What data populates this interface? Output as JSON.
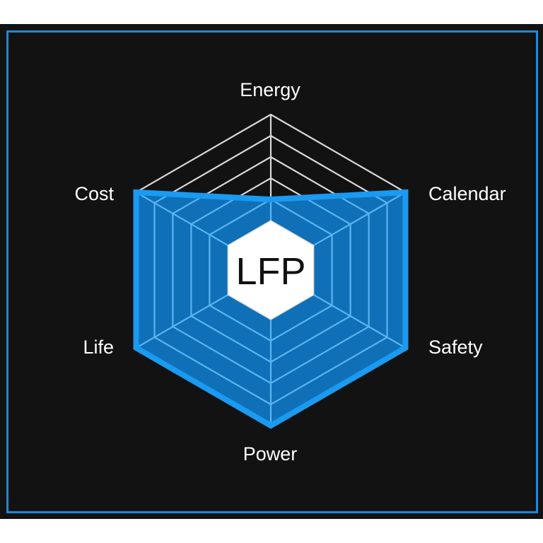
{
  "chart_data": {
    "type": "radar",
    "title": "LFP",
    "axes": [
      "Energy",
      "Calendar",
      "Safety",
      "Power",
      "Life",
      "Cost"
    ],
    "series": [
      {
        "name": "LFP",
        "values": [
          1,
          5,
          5,
          5,
          5,
          5
        ]
      }
    ],
    "scale": {
      "min": 0,
      "max": 5,
      "levels": 5
    },
    "grid": true,
    "legend": null
  },
  "colors": {
    "background": "#121212",
    "frame": "#1e88d8",
    "fill": "#0f70b8",
    "fill_outline": "#1a9af0",
    "grid_outer": "#d8d8d8",
    "grid_inner": "#5ab4f0",
    "hub": "#ffffff"
  },
  "labels": {
    "energy": "Energy",
    "calendar": "Calendar",
    "safety": "Safety",
    "power": "Power",
    "life": "Life",
    "cost": "Cost",
    "hub": "LFP"
  }
}
